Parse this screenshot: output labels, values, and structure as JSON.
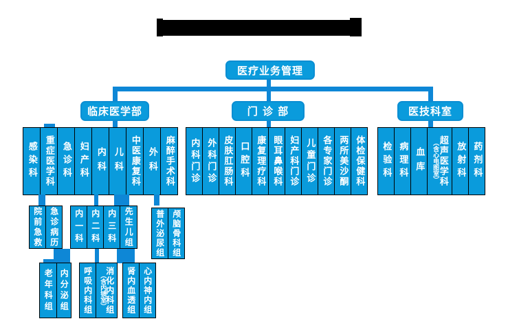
{
  "title": {
    "text": "",
    "redacted": true,
    "bar_color": "#000000"
  },
  "root": {
    "label": "医疗业务管理"
  },
  "departments": [
    {
      "name": "临床医学部",
      "units": [
        "感染科",
        "重症医学科",
        "急诊科",
        "妇产科",
        "内科",
        "儿科",
        "中医康复科",
        "外科",
        "麻醉手术科"
      ]
    },
    {
      "name": "门 诊 部",
      "units": [
        "内科门诊",
        "外科门诊",
        "皮肤肛肠科",
        "口腔科",
        "康复理疗科",
        "眼耳鼻喉科",
        "妇产科门诊",
        "儿童门诊",
        "各专家门诊",
        "两所美沙酮",
        "体检保健科"
      ]
    },
    {
      "name": "医技科室",
      "units": [
        "检验科",
        "病理科",
        "血库",
        {
          "main": "超声医学科",
          "sub": "（含心电图室）"
        },
        "放射科",
        "药剂科"
      ]
    }
  ],
  "level4_groups": [
    {
      "items": [
        "院前急救",
        "急诊病历"
      ]
    },
    {
      "items": [
        "内一科",
        "内二科",
        "内三科",
        "先生儿组"
      ]
    },
    {
      "items": [
        "普外泌尿组",
        "颅脑骨科组"
      ]
    }
  ],
  "level5_groups": [
    {
      "items": [
        "老年科组",
        "内分泌组"
      ]
    },
    {
      "items": [
        "呼吸内科组",
        {
          "main": "消化内科组",
          "sub": "（含内镜室）"
        }
      ]
    },
    {
      "items": [
        "肾内血透组",
        "心内神内组"
      ]
    }
  ],
  "colors": {
    "box_fill": "#0a9bdc",
    "box_border": "#000000",
    "node_border": "#0c8ed2",
    "connector": "#0e87d6",
    "text": "#ffffff",
    "title_bar": "#000000",
    "background": "#ffffff"
  }
}
